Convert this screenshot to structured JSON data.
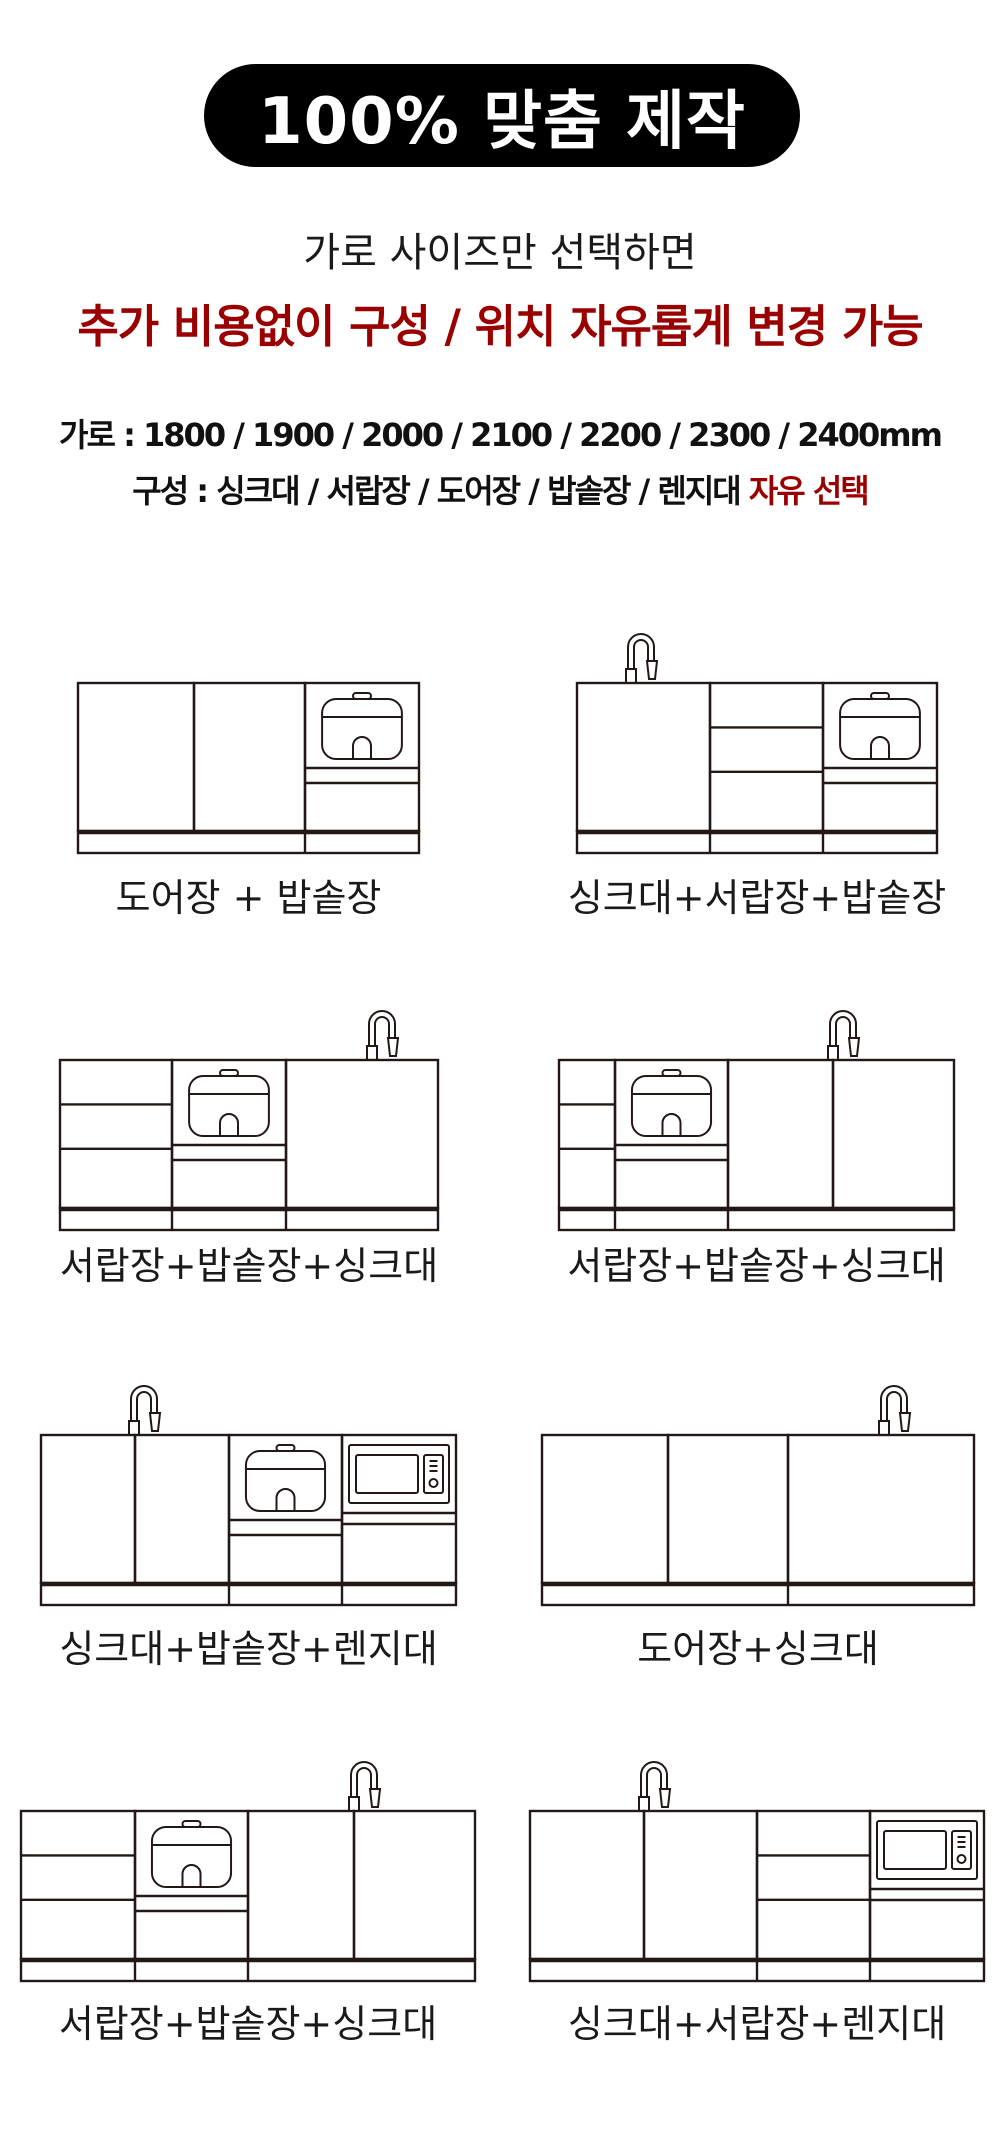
{
  "header": {
    "badge": "100% 맞춤 제작"
  },
  "intro": {
    "line1": "가로 사이즈만 선택하면",
    "line2": "추가 비용없이 구성 / 위치 자유롭게 변경 가능"
  },
  "specs": {
    "width_label": "가로 :",
    "widths": "1800 / 1900 / 2000 / 2100 / 2200 / 2300 / 2400mm",
    "composition_label": "구성  :",
    "components": "싱크대 / 서랍장 / 도어장 / 밥솥장 / 렌지대",
    "free_choice": "자유 선택"
  },
  "colors": {
    "accent": "#9b0000",
    "line": "#231815",
    "badge_bg": "#000000"
  },
  "layouts": [
    {
      "label": "도어장 + 밥솥장"
    },
    {
      "label": "싱크대+서랍장+밥솥장"
    },
    {
      "label": "서랍장+밥솥장+싱크대"
    },
    {
      "label": "서랍장+밥솥장+싱크대"
    },
    {
      "label": "싱크대+밥솥장+렌지대"
    },
    {
      "label": "도어장+싱크대"
    },
    {
      "label": "서랍장+밥솥장+싱크대"
    },
    {
      "label": "싱크대+서랍장+렌지대"
    }
  ]
}
